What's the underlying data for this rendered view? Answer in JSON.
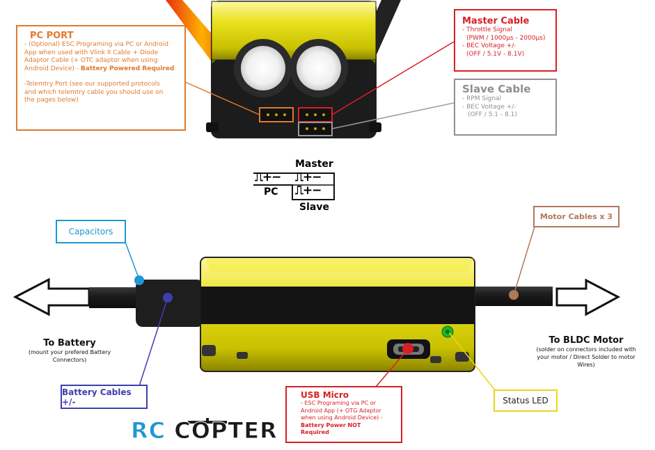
{
  "pc_port": {
    "title": "PC PORT",
    "line1": "- (Optional) ESC Programing via PC or Android",
    "line2": "App when used with Vlink II Cable + Diode",
    "line3": "Adaptor Cable (+ OTC adaptor when using",
    "line4_pre": "Android Device) - ",
    "line4_bold": "Battery Powered Required",
    "line5": "-Telemtry Port  (see our supported protocols",
    "line6": "and  which telemtry cable you should use on",
    "line7": "the pages below)"
  },
  "master_cable": {
    "title": "Master Cable",
    "line1": "- Throttle Signal",
    "line2": "(PWM / 1000µs - 2000µs)",
    "line3": "- BEC Voltage +/-",
    "line4": "(OFF / 5.1V - 8.1V)"
  },
  "slave_cable": {
    "title": "Slave Cable",
    "line1": "- RPM Signal",
    "line2": "- BEC Voltage +/-",
    "line3": "(OFF / 5.1 - 8.1)"
  },
  "wiring": {
    "master": "Master",
    "pc": "PC",
    "slave": "Slave",
    "glyph_pc": "⎍+−",
    "glyph_master": "⎍+−",
    "glyph_slave": "⎍+−"
  },
  "capacitors": "Capacitors",
  "motor_cables": "Motor Cables x 3",
  "to_battery": {
    "title": "To Battery",
    "line1": "(mount your prefered Battery",
    "line2": "Connectors)"
  },
  "to_motor": {
    "title": "To BLDC Motor",
    "line1": "(solder on connectors included with",
    "line2": "your motor / Direct Solder to motor",
    "line3": "Wires)"
  },
  "battery_cables": "Battery Cables +/-",
  "usb_micro": {
    "title": "USB Micro",
    "line1": "- ESC Programing via PC or",
    "line2": "Android App (+ OTG Adaptor",
    "line3": "when using Android Device) -",
    "line4_bold": "Battery Power NOT Required"
  },
  "status_led": "Status LED",
  "logo": {
    "rc": "RC",
    "copter": "COPTER"
  },
  "colors": {
    "pc_port": "#e07a2c",
    "master": "#d81f26",
    "slave": "#8f8f8f",
    "capacitors": "#1e97d4",
    "motor_cables": "#b0785a",
    "battery_cables": "#3d3fae",
    "status_led": "#e8d619",
    "status_led_dot": "#1bb82a",
    "esc_body": "#e6df1a"
  }
}
